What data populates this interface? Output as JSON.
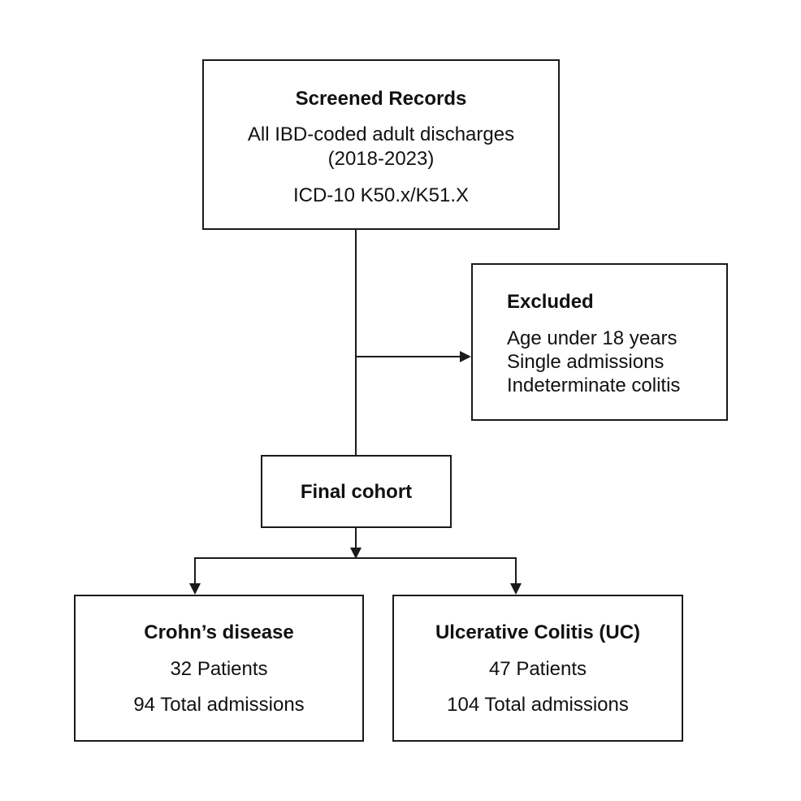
{
  "screened": {
    "title": "Screened Records",
    "line1": "All IBD-coded adult discharges",
    "line2": "(2018-2023)",
    "line3": "ICD-10 K50.x/K51.X"
  },
  "excluded": {
    "title": "Excluded",
    "items": [
      "Age under 18 years",
      "Single admissions",
      "Indeterminate colitis"
    ]
  },
  "final_cohort": {
    "title": "Final cohort"
  },
  "crohns": {
    "title": "Crohn’s disease",
    "patients": "32 Patients",
    "admissions": "94 Total admissions"
  },
  "uc": {
    "title": "Ulcerative Colitis (UC)",
    "patients": "47 Patients",
    "admissions": "104 Total admissions"
  },
  "colors": {
    "stroke": "#1a1a1a",
    "background": "#ffffff"
  }
}
